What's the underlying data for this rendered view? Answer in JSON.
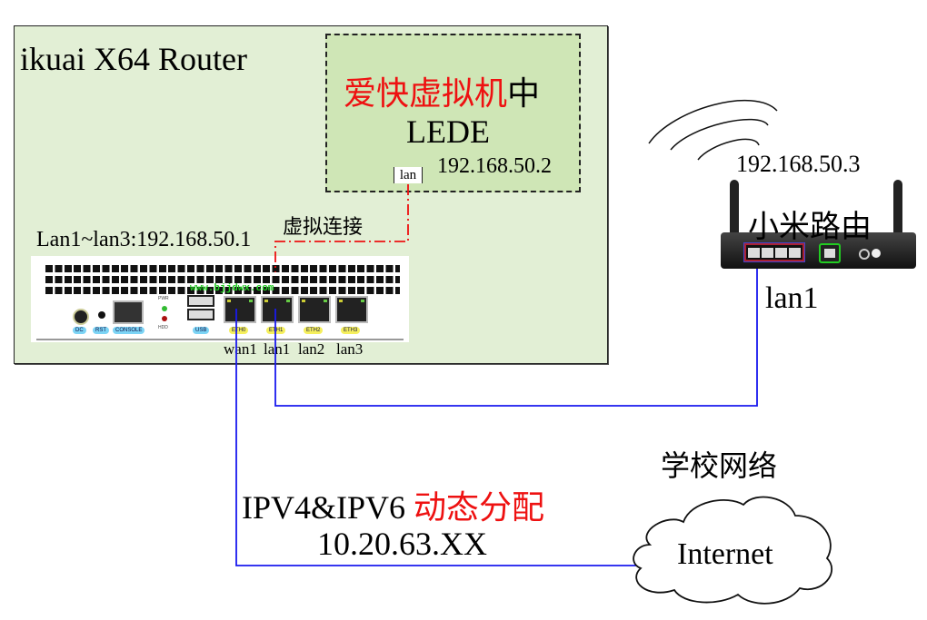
{
  "host": {
    "title": "ikuai X64 Router",
    "lan_range_label": "Lan1~lan3:192.168.50.1",
    "panel_watermark": "www.bjjdwx.com",
    "panel_labels": [
      "DC",
      "RST",
      "CONSOLE",
      "USB",
      "ETH0",
      "ETH1",
      "ETH2",
      "ETH3"
    ],
    "led_labels": [
      "PWR",
      "HDD"
    ],
    "ports": [
      "wan1",
      "lan1",
      "lan2",
      "lan3"
    ]
  },
  "vm": {
    "title_red": "爱快虚拟机",
    "title_black": "中",
    "name": "LEDE",
    "ip": "192.168.50.2",
    "port_label": "lan",
    "link_label": "虚拟连接"
  },
  "xiaomi": {
    "ip": "192.168.50.3",
    "name": "小米路由",
    "port": "lan1"
  },
  "wan": {
    "mode_prefix": "IPV4&IPV6 ",
    "mode_red": "动态分配",
    "ip": "10.20.63.XX"
  },
  "internet": {
    "network_label": "学校网络",
    "cloud_label": "Internet"
  },
  "colors": {
    "host_bg": "#e2efd5",
    "vm_bg": "#cfe6b6",
    "virtual_link": "#ee1111",
    "cable": "#1a1aee",
    "highlight_red": "#ee1111"
  }
}
